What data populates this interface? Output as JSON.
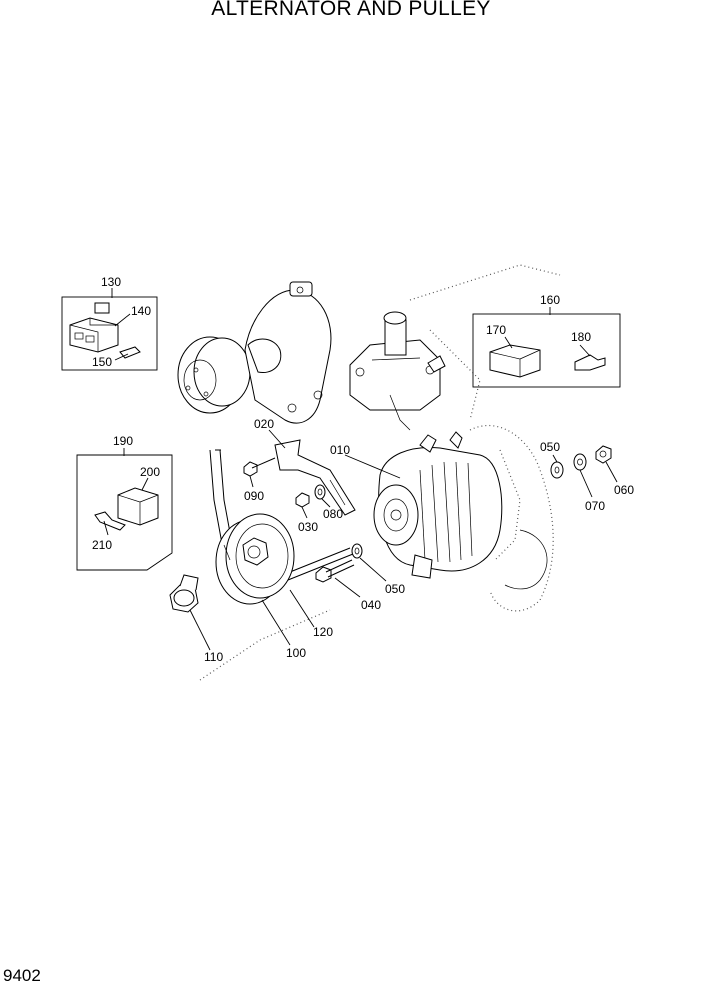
{
  "title": "ALTERNATOR AND PULLEY",
  "page_number": "9402",
  "callouts": {
    "c010": "010",
    "c020": "020",
    "c030": "030",
    "c040": "040",
    "c050a": "050",
    "c050b": "050",
    "c060": "060",
    "c070": "070",
    "c080": "080",
    "c090": "090",
    "c100": "100",
    "c110": "110",
    "c120": "120",
    "c130": "130",
    "c140": "140",
    "c150": "150",
    "c160": "160",
    "c170": "170",
    "c180": "180",
    "c190": "190",
    "c200": "200",
    "c210": "210"
  }
}
